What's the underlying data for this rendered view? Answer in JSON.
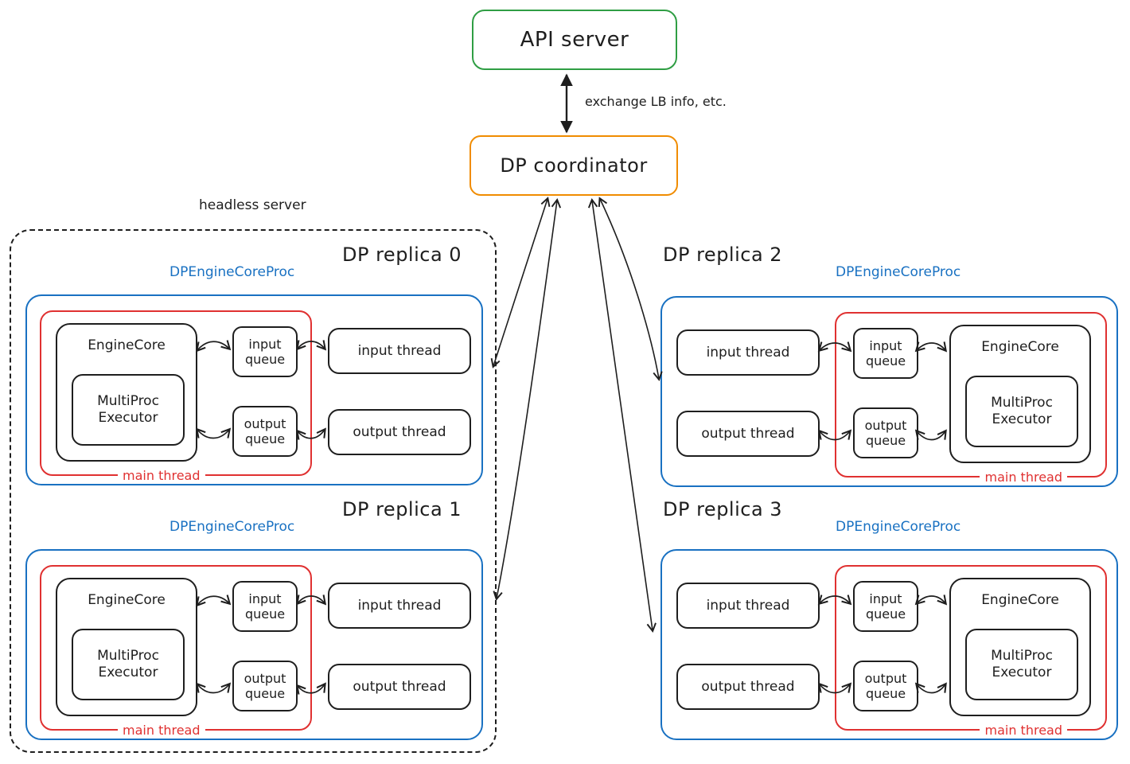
{
  "diagram": {
    "api_server_label": "API server",
    "coordinator_label": "DP coordinator",
    "exchange_label": "exchange LB info, etc.",
    "headless_server_label": "headless server",
    "colors": {
      "api_green": "#2f9e44",
      "coordinator_orange": "#f08c00",
      "proc_blue": "#1971c2",
      "main_thread_red": "#e03131",
      "ink": "#1e1e1e"
    },
    "replicas": [
      {
        "title": "DP replica 0",
        "proc_label": "DPEngineCoreProc",
        "engine_core": "EngineCore",
        "executor": "MultiProc Executor",
        "input_queue": "input queue",
        "output_queue": "output queue",
        "input_thread": "input thread",
        "output_thread": "output thread",
        "main_thread_label": "main thread"
      },
      {
        "title": "DP replica 1",
        "proc_label": "DPEngineCoreProc",
        "engine_core": "EngineCore",
        "executor": "MultiProc Executor",
        "input_queue": "input queue",
        "output_queue": "output queue",
        "input_thread": "input thread",
        "output_thread": "output thread",
        "main_thread_label": "main thread"
      },
      {
        "title": "DP replica 2",
        "proc_label": "DPEngineCoreProc",
        "engine_core": "EngineCore",
        "executor": "MultiProc Executor",
        "input_queue": "input queue",
        "output_queue": "output queue",
        "input_thread": "input thread",
        "output_thread": "output thread",
        "main_thread_label": "main thread"
      },
      {
        "title": "DP replica 3",
        "proc_label": "DPEngineCoreProc",
        "engine_core": "EngineCore",
        "executor": "MultiProc Executor",
        "input_queue": "input queue",
        "output_queue": "output queue",
        "input_thread": "input thread",
        "output_thread": "output thread",
        "main_thread_label": "main thread"
      }
    ]
  }
}
